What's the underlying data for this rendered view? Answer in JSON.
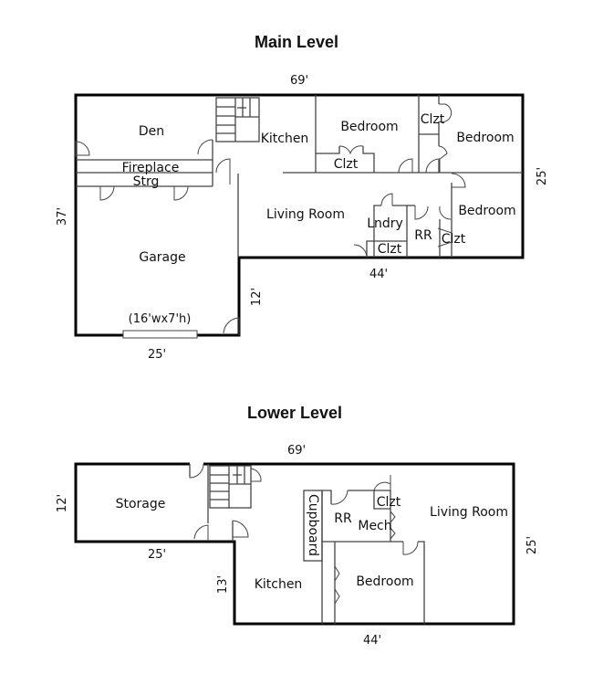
{
  "main_level": {
    "title": "Main Level",
    "dims": {
      "top": "69'",
      "left": "37'",
      "right": "25'",
      "bottom_right": "44'",
      "step": "12'",
      "bottom_left": "25'"
    },
    "rooms": {
      "den": "Den",
      "kitchen": "Kitchen",
      "bedroom1": "Bedroom",
      "clzt1": "Clzt",
      "clzt2": "Clzt",
      "bedroom2": "Bedroom",
      "fireplace": "Fireplace",
      "strg": "Strg",
      "living_room": "Living Room",
      "lndry": "Lndry",
      "rr": "RR",
      "clzt3": "Clzt",
      "clzt4": "Clzt",
      "bedroom3": "Bedroom",
      "garage": "Garage"
    },
    "garage_door": "(16'wx7'h)"
  },
  "lower_level": {
    "title": "Lower Level",
    "dims": {
      "top": "69'",
      "left": "12'",
      "right": "25'",
      "bottom_left": "25'",
      "step": "13'",
      "bottom_right": "44'"
    },
    "rooms": {
      "storage": "Storage",
      "cupboard": "Cupboard",
      "rr": "RR",
      "clzt": "Clzt",
      "mech": "Mech",
      "living_room": "Living Room",
      "kitchen": "Kitchen",
      "bedroom": "Bedroom"
    }
  }
}
